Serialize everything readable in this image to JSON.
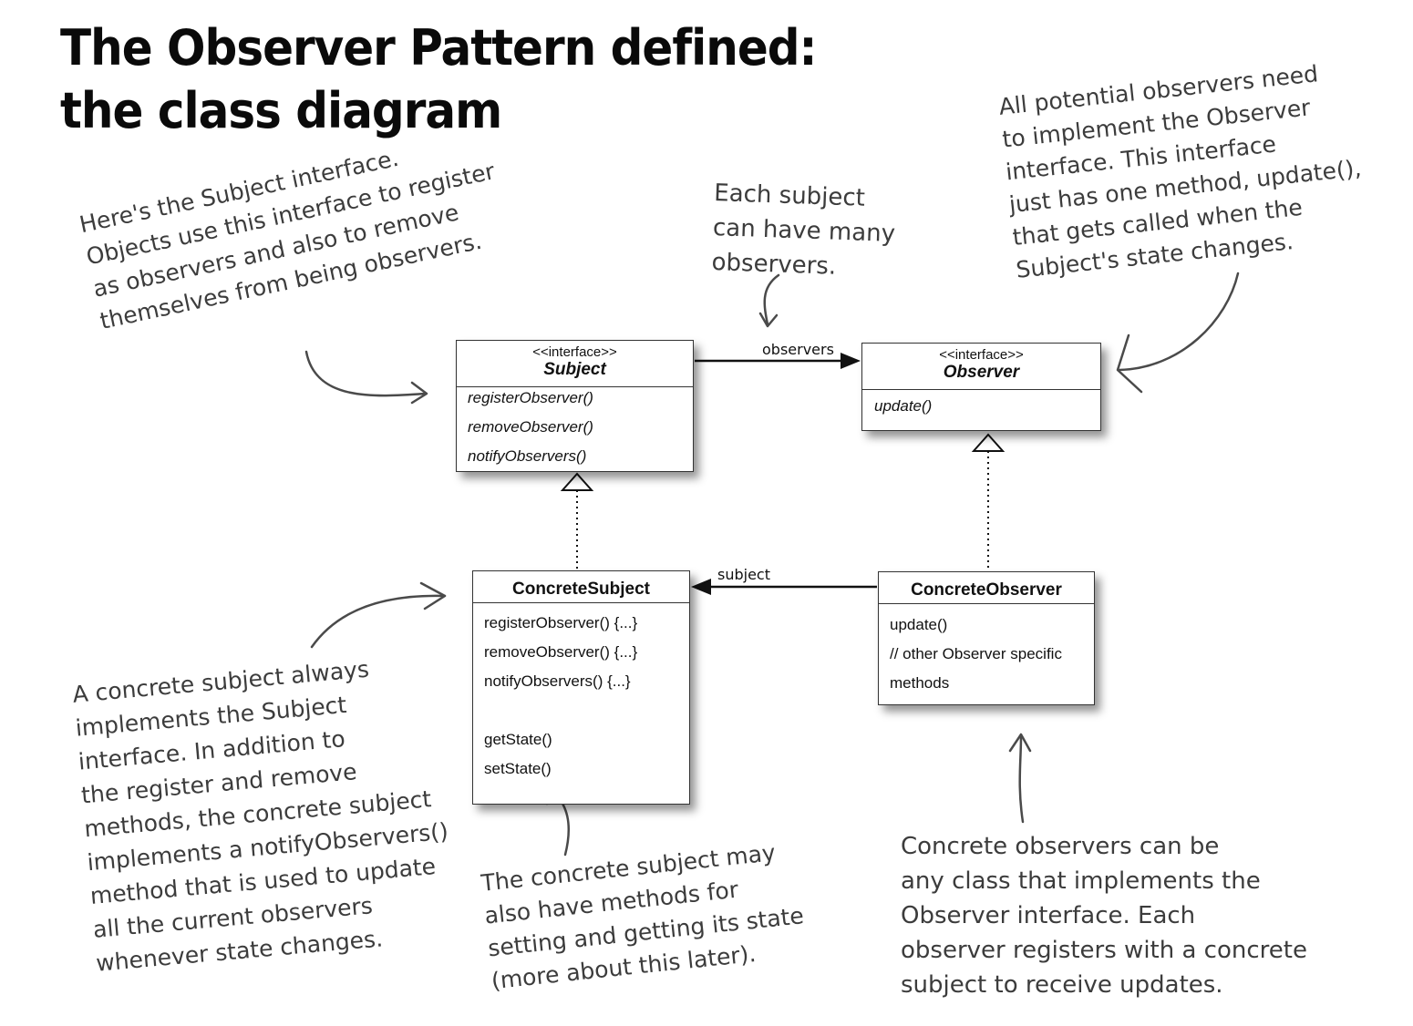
{
  "title": {
    "line1": "The Observer Pattern defined:",
    "line2": "the class diagram"
  },
  "notes": {
    "subject_interface": [
      "Here's the Subject interface.",
      "Objects use this interface to register",
      "as observers and also to remove",
      "themselves from being observers."
    ],
    "many_observers": [
      "Each subject",
      "can have many",
      "observers."
    ],
    "observer_interface": [
      "All potential observers need",
      "to implement the Observer",
      "interface.  This interface",
      "just has one method, update(),",
      "that gets called when the",
      "Subject's state changes."
    ],
    "concrete_subject": [
      "A concrete subject always",
      "implements the Subject",
      "interface.  In addition to",
      "the register and remove",
      "methods, the concrete subject",
      "implements a notifyObservers()",
      "method that is used to update",
      "all the current observers",
      "whenever state changes."
    ],
    "state_methods": [
      "The concrete subject may",
      "also have methods for",
      "setting and getting its state",
      "(more about this later)."
    ],
    "concrete_observers": [
      "Concrete observers can be",
      "any class that implements the",
      "Observer interface.  Each",
      "observer registers with a concrete",
      "subject to receive updates."
    ]
  },
  "classes": {
    "subject": {
      "stereotype": "<<interface>>",
      "name": "Subject",
      "methods": [
        "registerObserver()",
        "removeObserver()",
        "notifyObservers()"
      ]
    },
    "observer": {
      "stereotype": "<<interface>>",
      "name": "Observer",
      "methods": [
        "update()"
      ]
    },
    "concrete_subject": {
      "name": "ConcreteSubject",
      "methods": [
        "registerObserver() {...}",
        "removeObserver() {...}",
        "notifyObservers() {...}",
        "getState()",
        "setState()"
      ]
    },
    "concrete_observer": {
      "name": "ConcreteObserver",
      "methods": [
        "update()",
        "// other Observer specific",
        "methods"
      ]
    }
  },
  "associations": {
    "observers": "observers",
    "subject": "subject"
  }
}
